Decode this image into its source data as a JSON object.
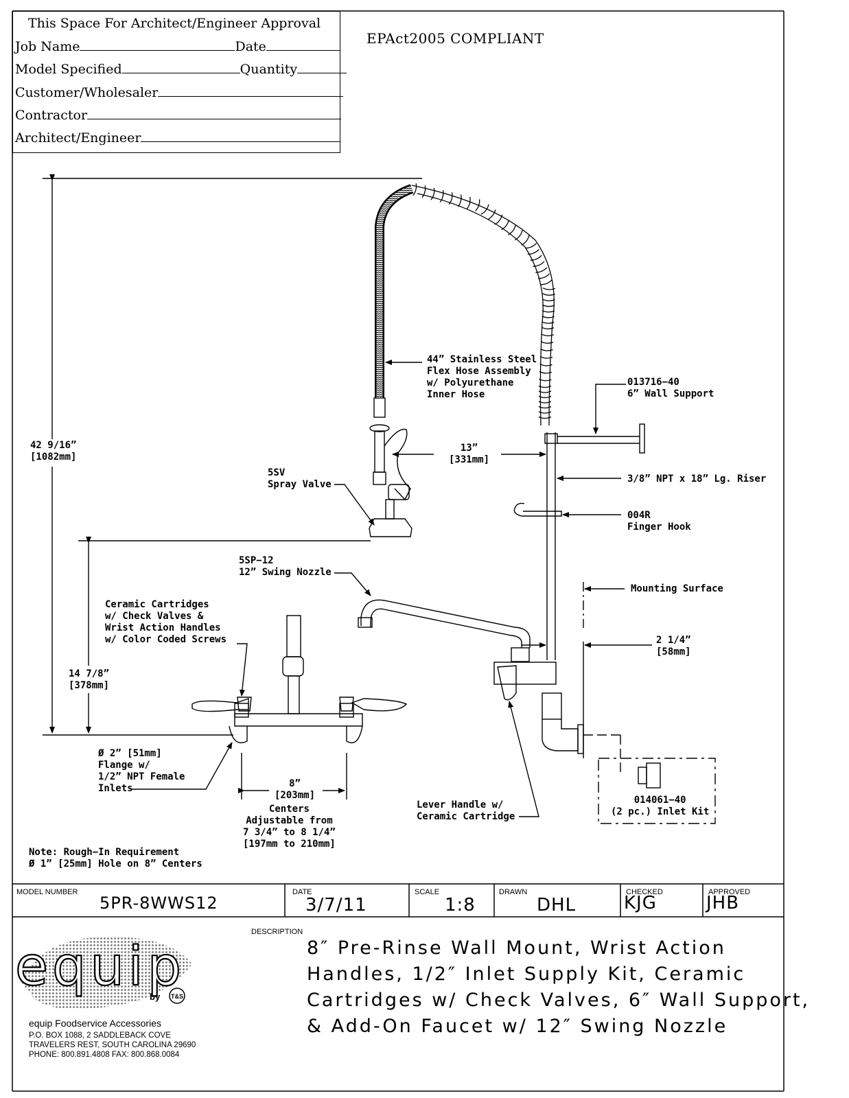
{
  "approval_box": {
    "title": "This Space For Architect/Engineer Approval",
    "fields": {
      "job_name": "Job Name",
      "date": "Date",
      "model_specified": "Model Specified",
      "quantity": "Quantity",
      "customer": "Customer/Wholesaler",
      "contractor": "Contractor",
      "architect": "Architect/Engineer"
    }
  },
  "compliance": "EPAct2005 COMPLIANT",
  "callouts": {
    "hose": "44” Stainless Steel\nFlex Hose Assembly\nw/ Polyurethane\nInner Hose",
    "wall_support": "013716−40\n6” Wall Support",
    "height_total": "42 9/16”\n[1082mm]",
    "spray_valve": "5SV\nSpray Valve",
    "reach": "13”\n[331mm]",
    "riser": "3/8” NPT x 18” Lg. Riser",
    "finger_hook": "004R\nFinger Hook",
    "swing_nozzle": "5SP−12\n12” Swing Nozzle",
    "cartridges": "Ceramic Cartridges\nw/ Check Valves &\nWrist Action Handles\nw/ Color Coded Screws",
    "mounting_surface": "Mounting Surface",
    "height_faucet": "14 7/8”\n[378mm]",
    "offset": "2 1/4”\n[58mm]",
    "flange": "Ø 2” [51mm]\nFlange w/\n1/2” NPT Female\nInlets",
    "centers": "8”\n[203mm]",
    "centers_note": "Centers\nAdjustable from\n7 3/4” to 8 1/4”\n[197mm to 210mm]",
    "lever_handle": "Lever Handle w/\nCeramic Cartridge",
    "inlet_kit": "014061−40\n(2 pc.) Inlet Kit",
    "rough_in": "Note: Rough−In Requirement\nØ 1” [25mm] Hole on 8” Centers"
  },
  "title_block": {
    "model_number_label": "MODEL NUMBER",
    "model_number": "5PR-8WWS12",
    "date_label": "DATE",
    "date": "3/7/11",
    "scale_label": "SCALE",
    "scale": "1:8",
    "drawn_label": "DRAWN",
    "drawn": "DHL",
    "checked_label": "CHECKED",
    "checked": "KJG",
    "approved_label": "APPROVED",
    "approved": "JHB",
    "description_label": "DESCRIPTION",
    "description_lines": [
      "8″ Pre-Rinse Wall Mount, Wrist Action",
      "Handles, 1/2″ Inlet Supply Kit, Ceramic",
      "Cartridges w/ Check Valves, 6″ Wall Support,",
      "& Add-On Faucet w/ 12″ Swing Nozzle"
    ]
  },
  "company": {
    "logo_text": "equip",
    "by": "by",
    "ts_mark": "T&S",
    "name": "equip Foodservice Accessories",
    "address_1": "P.O. BOX 1088, 2 SADDLEBACK COVE",
    "address_2": "TRAVELERS REST, SOUTH CAROLINA 29690",
    "phone_fax": "PHONE: 800.891.4808    FAX: 800.868.0084"
  }
}
